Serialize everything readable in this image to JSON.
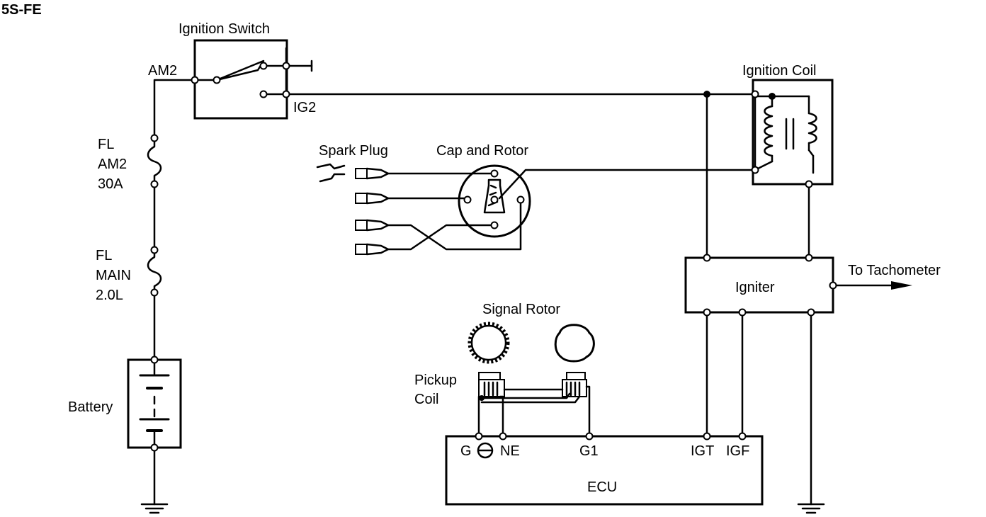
{
  "diagram": {
    "model": "5S-FE",
    "ignition_switch": {
      "title": "Ignition Switch",
      "am2": "AM2",
      "ig2": "IG2"
    },
    "fuse_am2": {
      "line1": "FL",
      "line2": "AM2",
      "line3": "30A"
    },
    "fuse_main": {
      "line1": "FL",
      "line2": "MAIN",
      "line3": "2.0L"
    },
    "battery": "Battery",
    "spark_plug": "Spark Plug",
    "cap_rotor": "Cap and Rotor",
    "ignition_coil": "Ignition Coil",
    "igniter": "Igniter",
    "tachometer": "To Tachometer",
    "signal_rotor": "Signal Rotor",
    "pickup_coil": {
      "line1": "Pickup",
      "line2": "Coil"
    },
    "ecu": {
      "title": "ECU",
      "g_minus": "G",
      "ne": "NE",
      "g1": "G1",
      "igt": "IGT",
      "igf": "IGF"
    }
  }
}
